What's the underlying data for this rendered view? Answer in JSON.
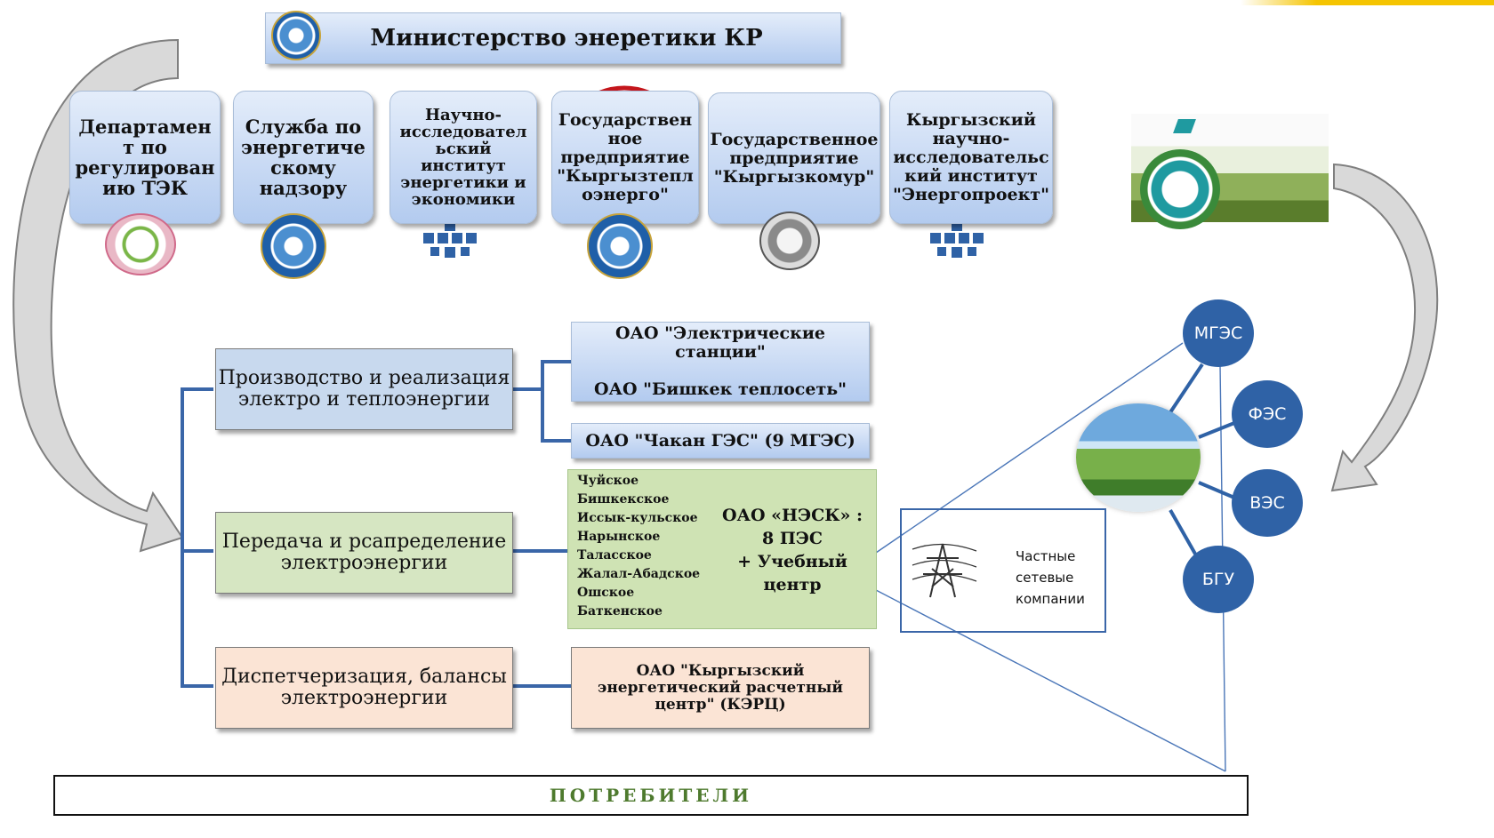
{
  "ministry": {
    "title": "Министерство энеретики КР"
  },
  "agencies": [
    {
      "label": "Департамен\nт по\nрегулирован\nию ТЭК"
    },
    {
      "label": "Служба по\nэнергетиче\nскому\nнадзору"
    },
    {
      "label": "Научно-\nисследовател\nьский\nинститут\nэнергетики и\nэкономики"
    },
    {
      "label": "Государствен\nное\nпредприятие\n\"Кыргызтепл\nоэнерго\""
    },
    {
      "label": "Государственное\nпредприятие\n\"Кыргызкомур\""
    },
    {
      "label": "Кыргызский\nнаучно-\nисследовательс\nкий институт\n\"Энергопроект\""
    }
  ],
  "functions": [
    {
      "label": "Производство  и реализация\nэлектро и теплоэнергии"
    },
    {
      "label": "Передача и рсапределение\nэлектроэнергии"
    },
    {
      "label": "Диспетчеризация, балансы\nэлектроэнергии"
    }
  ],
  "organizations": {
    "power_stations": "ОАО \"Электрические\nстанции\"\n\nОАО \"Бишкек теплосеть\"",
    "chakan": "ОАО \"Чакан ГЭС\" (9 МГЭС)",
    "nesk_regions": [
      "Чуйское",
      "Бишкекское",
      "Иссык-кульское",
      "Нарынское",
      "Таласское",
      "Жалал-Абадское",
      "Ошское",
      "Баткенское"
    ],
    "nesk_label": "ОАО «НЭСК» :\n8 ПЭС\n+ Учебный\nцентр",
    "kerc": "ОАО \"Кыргызский\nэнергетический расчетный\nцентр\" (КЭРЦ)"
  },
  "private_networks": {
    "label": "Частные\nсетевые\nкомпании"
  },
  "renewables": [
    {
      "label": "МГЭС"
    },
    {
      "label": "ФЭС"
    },
    {
      "label": "ВЭС"
    },
    {
      "label": "БГУ"
    }
  ],
  "consumers": {
    "label": "ПОТРЕБИТЕЛИ"
  },
  "colors": {
    "circle_blue": "#2f62a6",
    "connector_blue": "#3a66a8",
    "cross_red": "#c4161c",
    "production_fill": "#c8d9ee",
    "transmission_fill": "#d6e6c2",
    "dispatch_fill": "#fbe4d5",
    "nesk_fill": "#cfe3b4",
    "consumers_text": "#4e7a2e"
  }
}
